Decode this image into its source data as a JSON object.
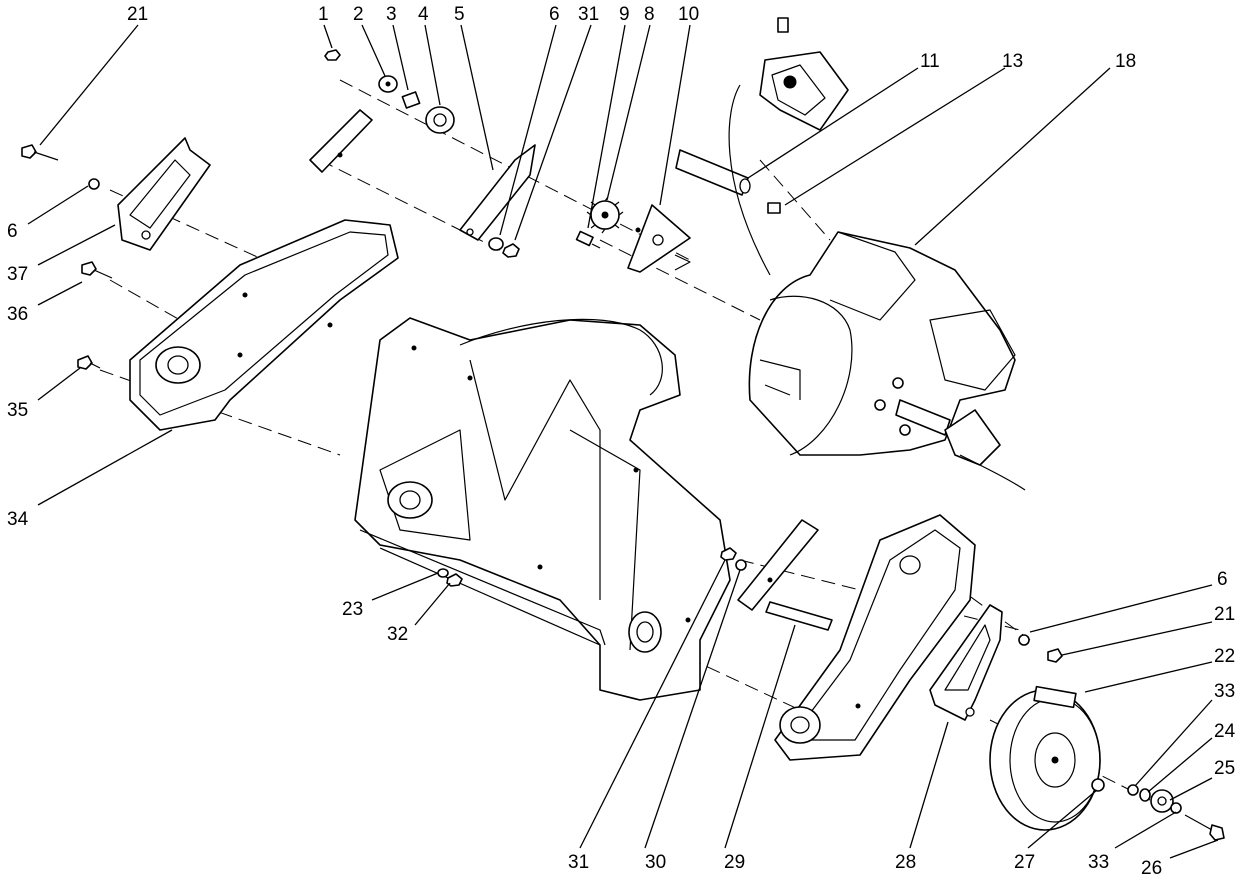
{
  "callouts": [
    {
      "id": "c1",
      "text": "1"
    },
    {
      "id": "c2",
      "text": "2"
    },
    {
      "id": "c3",
      "text": "3"
    },
    {
      "id": "c4",
      "text": "4"
    },
    {
      "id": "c5",
      "text": "5"
    },
    {
      "id": "c6a",
      "text": "6"
    },
    {
      "id": "c31a",
      "text": "31"
    },
    {
      "id": "c9",
      "text": "9"
    },
    {
      "id": "c8",
      "text": "8"
    },
    {
      "id": "c10",
      "text": "10"
    },
    {
      "id": "c11",
      "text": "11"
    },
    {
      "id": "c13",
      "text": "13"
    },
    {
      "id": "c18",
      "text": "18"
    },
    {
      "id": "c21a",
      "text": "21"
    },
    {
      "id": "c6b",
      "text": "6"
    },
    {
      "id": "c37",
      "text": "37"
    },
    {
      "id": "c36",
      "text": "36"
    },
    {
      "id": "c35",
      "text": "35"
    },
    {
      "id": "c34",
      "text": "34"
    },
    {
      "id": "c23",
      "text": "23"
    },
    {
      "id": "c32",
      "text": "32"
    },
    {
      "id": "c6c",
      "text": "6"
    },
    {
      "id": "c21b",
      "text": "21"
    },
    {
      "id": "c22",
      "text": "22"
    },
    {
      "id": "c33a",
      "text": "33"
    },
    {
      "id": "c24",
      "text": "24"
    },
    {
      "id": "c25",
      "text": "25"
    },
    {
      "id": "c31b",
      "text": "31"
    },
    {
      "id": "c30",
      "text": "30"
    },
    {
      "id": "c29",
      "text": "29"
    },
    {
      "id": "c28",
      "text": "28"
    },
    {
      "id": "c27",
      "text": "27"
    },
    {
      "id": "c33b",
      "text": "33"
    },
    {
      "id": "c26",
      "text": "26"
    }
  ]
}
